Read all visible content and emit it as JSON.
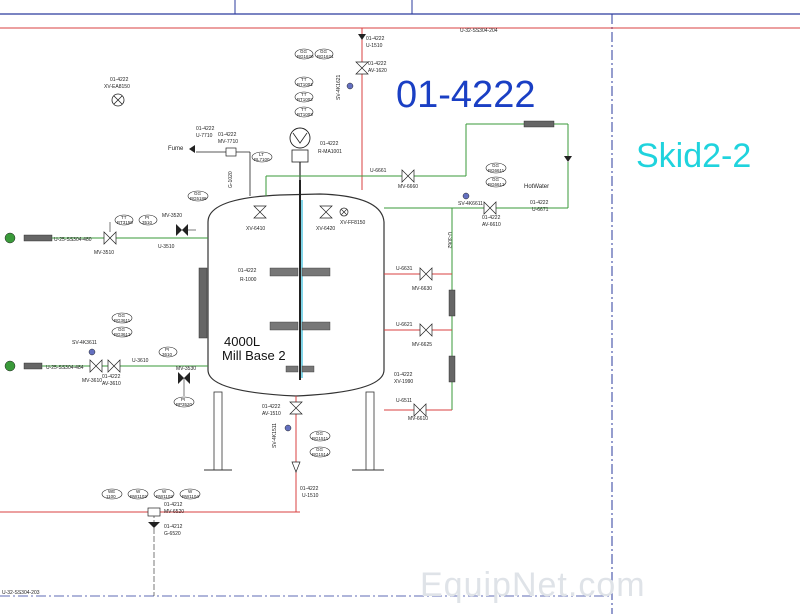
{
  "diagram": {
    "tank_id": "01-4222",
    "skid": "Skid2-2",
    "watermark": "EquipNet.com",
    "tank_volume": "4000L",
    "tank_name": "Mill Base 2",
    "tank_tag": "01-4222",
    "tank_tag_sub": "R-1000",
    "header_line_top": "U-32-SS304-204",
    "header_line_bottom": "U-32-SS304-203",
    "fume_label": "Fume",
    "hotwater_label": "HotWater",
    "tags": {
      "xv_ea8150_a": "01-4222",
      "xv_ea8150_b": "XV-EA8150",
      "mv7710_a": "01-4222",
      "mv7710_b": "MV-7710",
      "u7710_a": "01-4222",
      "u7710_b": "U-7710",
      "g1020": "G-1020",
      "u1510_top_a": "01-4222",
      "u1510_top_b": "U-1510",
      "av1620_a": "01-4222",
      "av1620_b": "AV-1620",
      "sv1621": "SV-4K1621",
      "rma1001_a": "01-4222",
      "rma1001_b": "R-MA1001",
      "u6661": "U-6661",
      "mv6660": "MV-6660",
      "av6610_a": "01-4222",
      "av6610_b": "AV-6610",
      "sv6611": "SV-4K6611",
      "u6671_a": "01-4222",
      "u6671_b": "U-6671",
      "u3062": "U-3062",
      "xv6410": "XV-6410",
      "xv6420": "XV-6420",
      "xv_ff8150": "XV-FF8150",
      "mv3520": "MV-3520",
      "u3510": "U-3510",
      "mv3510": "MV-3510",
      "line_u25_480": "U-25-SS304-480",
      "line_u25_484": "U-25-SS304-484",
      "sv3611": "SV-4K3611",
      "mv3610": "MV-3610",
      "av3610_a": "01-4222",
      "av3610_b": "AV-3610",
      "u3610": "U-3610",
      "mv3530": "MV-3530",
      "u6631": "U-6631",
      "mv6630": "MV-6630",
      "u6621": "U-6621",
      "mv6625": "MV-6625",
      "xv1990_a": "01-4222",
      "xv1990_b": "XV-1990",
      "u6511": "U-6511",
      "mv6610": "MV-6610",
      "av1510_a": "01-4222",
      "av1510_b": "AV-1510",
      "sv1511": "SV-4K1511",
      "u1510_bot_a": "01-4222",
      "u1510_bot_b": "U-1510",
      "mv6520_a": "01-4212",
      "mv6520_b": "MV-6520",
      "g6520_a": "01-4212",
      "g6520_b": "G-6520"
    },
    "instruments": {
      "gg_b1620": [
        "GG",
        "BG1620"
      ],
      "gg_b1621": [
        "GG",
        "BG1621"
      ],
      "ti_1001": [
        "TT",
        "BT1001"
      ],
      "ti_1002": [
        "TT",
        "BT1002"
      ],
      "pi_3520": [
        "PI",
        "BP3520"
      ],
      "gg_5188": [
        "GG",
        "BG5188"
      ],
      "lt_7100": [
        "LT",
        "BL7100"
      ],
      "ti_3150": [
        "TT",
        "BT3150"
      ],
      "pi_3510": [
        "PI",
        "3510"
      ],
      "gg_3611": [
        "GG",
        "BG3611"
      ],
      "gg_3612": [
        "GG",
        "BG3612"
      ],
      "pi_3610": [
        "PI",
        "3610"
      ],
      "ti_1003": [
        "TT",
        "BT1003"
      ],
      "gg_6611": [
        "GG",
        "BG6611"
      ],
      "gg_6612": [
        "GG",
        "BG6612"
      ],
      "gg_1511": [
        "GG",
        "BG1511"
      ],
      "gg_1514": [
        "GG",
        "BG1514"
      ],
      "ww_1100": [
        "WE",
        "1100"
      ],
      "ww_1102": [
        "W",
        "BW1102"
      ],
      "ww_1103": [
        "W",
        "BW1103"
      ],
      "ww_1104": [
        "W",
        "BW1104"
      ]
    }
  }
}
